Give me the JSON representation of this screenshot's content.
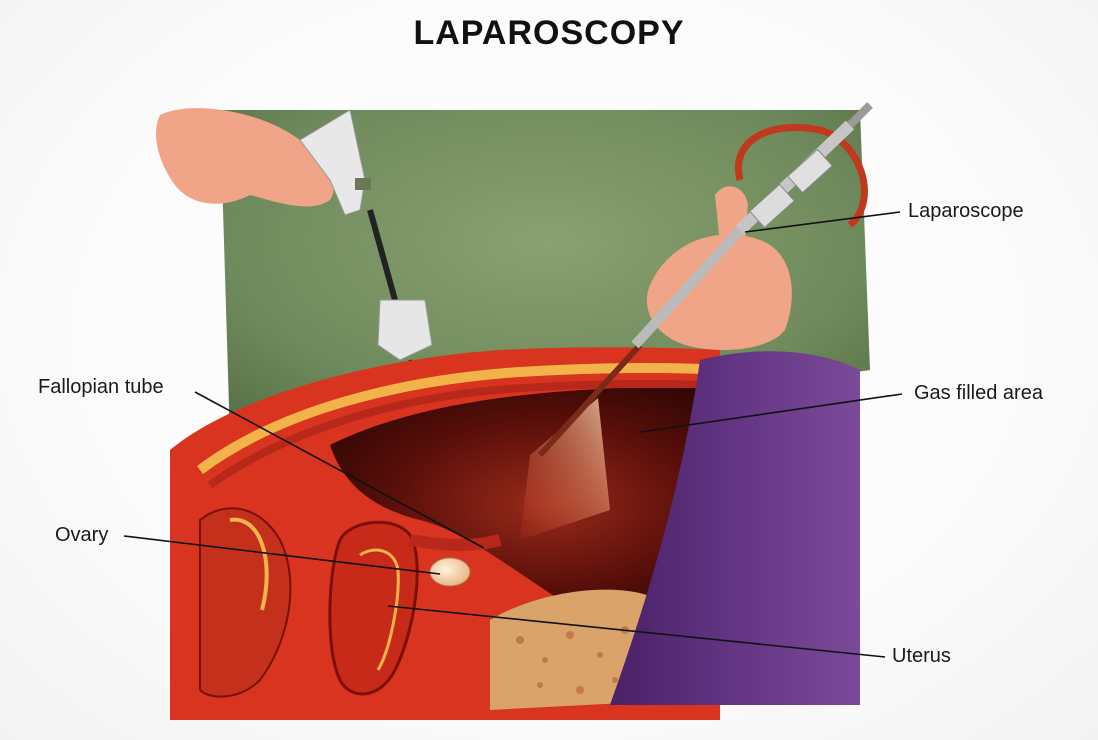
{
  "title": "LAPAROSCOPY",
  "labels": {
    "laparoscope": "Laparoscope",
    "gas_filled_area": "Gas filled area",
    "fallopian_tube": "Fallopian tube",
    "ovary": "Ovary",
    "uterus": "Uterus"
  },
  "colors": {
    "gown": "#6f8a5c",
    "tissue": "#d8341f",
    "cavity": "#5a0f0a",
    "drape": "#5b2d7a",
    "skin": "#f0a488",
    "tubing": "#c0391c"
  }
}
